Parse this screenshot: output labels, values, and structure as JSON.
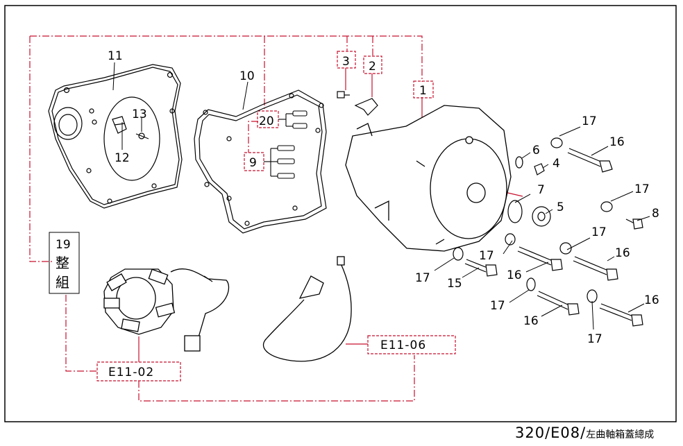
{
  "diagram": {
    "part_labels": {
      "p1": "1",
      "p2": "2",
      "p3": "3",
      "p4": "4",
      "p5": "5",
      "p6": "6",
      "p7": "7",
      "p8": "8",
      "p9": "9",
      "p10": "10",
      "p11": "11",
      "p12": "12",
      "p13": "13",
      "p15": "15",
      "p16": "16",
      "p17": "17",
      "p19": "19",
      "p20": "20"
    },
    "assembly_label": [
      "整",
      "組"
    ],
    "reference_boxes": {
      "stator_ref": "E11-02",
      "sensor_ref": "E11-06"
    }
  },
  "footer": {
    "page_code": "320/E08/",
    "title": "左曲軸箱蓋總成"
  }
}
